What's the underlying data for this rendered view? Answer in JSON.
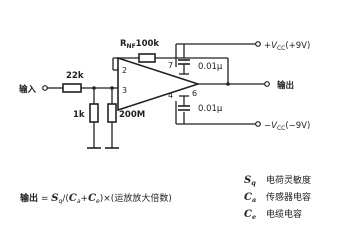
{
  "labels": {
    "rnf": "R",
    "rnf_sub": "NF",
    "rnf_value": "100k",
    "r_in": "22k",
    "r_1k": "1k",
    "r_200m": "200M",
    "cap_top": "0.01μ",
    "cap_bottom": "0.01μ",
    "vcc_pos": "+V",
    "vcc_pos_sub": "CC",
    "vcc_pos_val": "(+9V)",
    "vcc_neg": "−V",
    "vcc_neg_sub": "CC",
    "vcc_neg_val": "(−9V)",
    "input": "输入",
    "output": "输出"
  },
  "pins": {
    "p2": "2",
    "p3": "3",
    "p4": "4",
    "p6": "6",
    "p7": "7"
  },
  "formula": "输出 = S_q/(C_a+C_e)×(运放放大倍数)",
  "legend": [
    {
      "symbol": "S_q",
      "label": "电荷灵敏度"
    },
    {
      "symbol": "C_a",
      "label": "传感器电容"
    },
    {
      "symbol": "C_e",
      "label": "电缆电容"
    }
  ]
}
